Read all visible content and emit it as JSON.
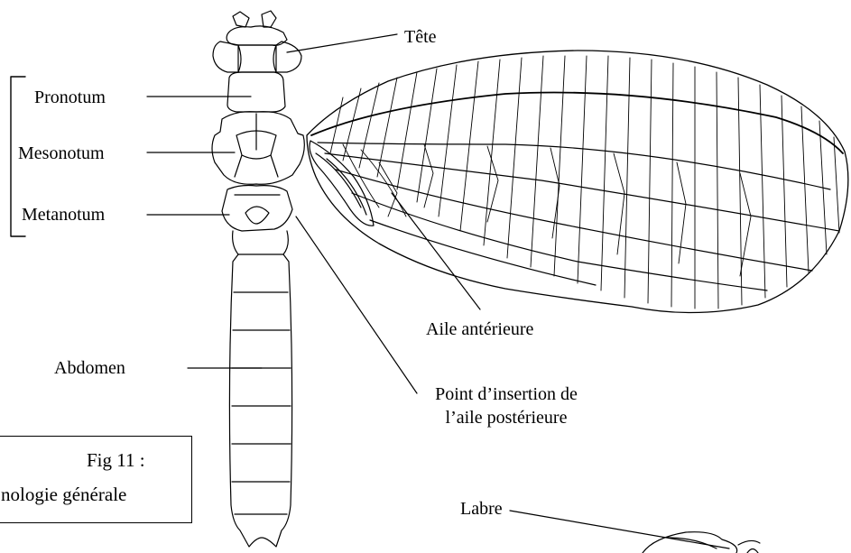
{
  "labels": {
    "tete": "Tête",
    "pronotum": "Pronotum",
    "mesonotum": "Mesonotum",
    "metanotum": "Metanotum",
    "abdomen": "Abdomen",
    "aile_anterieure": "Aile antérieure",
    "point_insertion_line1": "Point d’insertion de",
    "point_insertion_line2": "l’aile postérieure",
    "labre": "Labre"
  },
  "caption": {
    "line1": "Fig 11 :",
    "line2": "nologie générale"
  },
  "colors": {
    "ink": "#000000",
    "background": "#ffffff"
  }
}
